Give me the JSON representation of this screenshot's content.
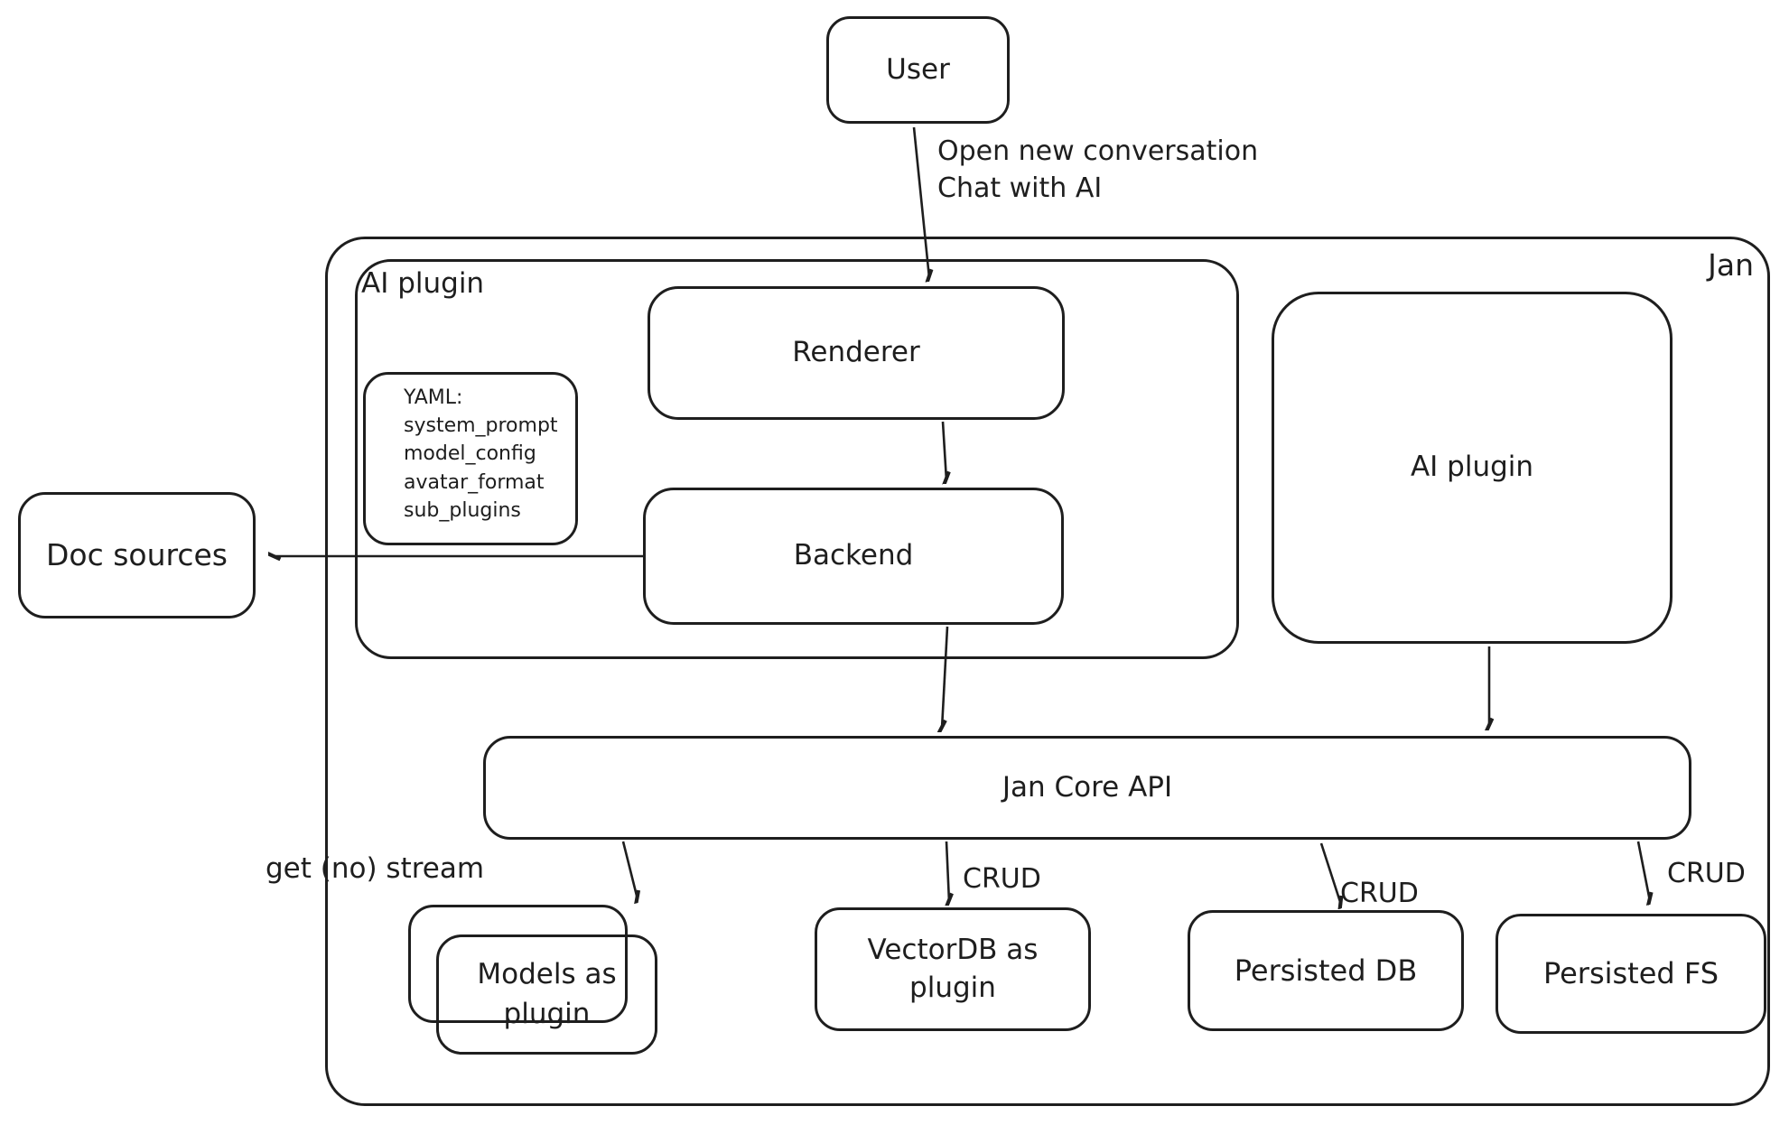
{
  "title": "Jan architecture diagram",
  "colors": {
    "ink": "#1e1e1e",
    "background": "#ffffff"
  },
  "nodes": {
    "user": "User",
    "jan_container": "Jan",
    "ai_plugin_left": "AI plugin",
    "renderer": "Renderer",
    "yaml_note": "YAML:\nsystem_prompt\nmodel_config\navatar_format\nsub_plugins",
    "backend": "Backend",
    "ai_plugin_right": "AI plugin",
    "doc_sources": "Doc sources",
    "jan_core_api": "Jan Core API",
    "models_as_plugin": "Models as\nplugin",
    "vectordb_as_plugin": "VectorDB as\nplugin",
    "persisted_db": "Persisted DB",
    "persisted_fs": "Persisted FS"
  },
  "edges": {
    "user_to_renderer_label": "Open new conversation\nChat with AI",
    "jancore_to_models_label": "get (no) stream",
    "jancore_to_vectordb_label": "CRUD",
    "jancore_to_persisted_db_label": "CRUD",
    "jancore_to_persisted_fs_label": "CRUD"
  }
}
